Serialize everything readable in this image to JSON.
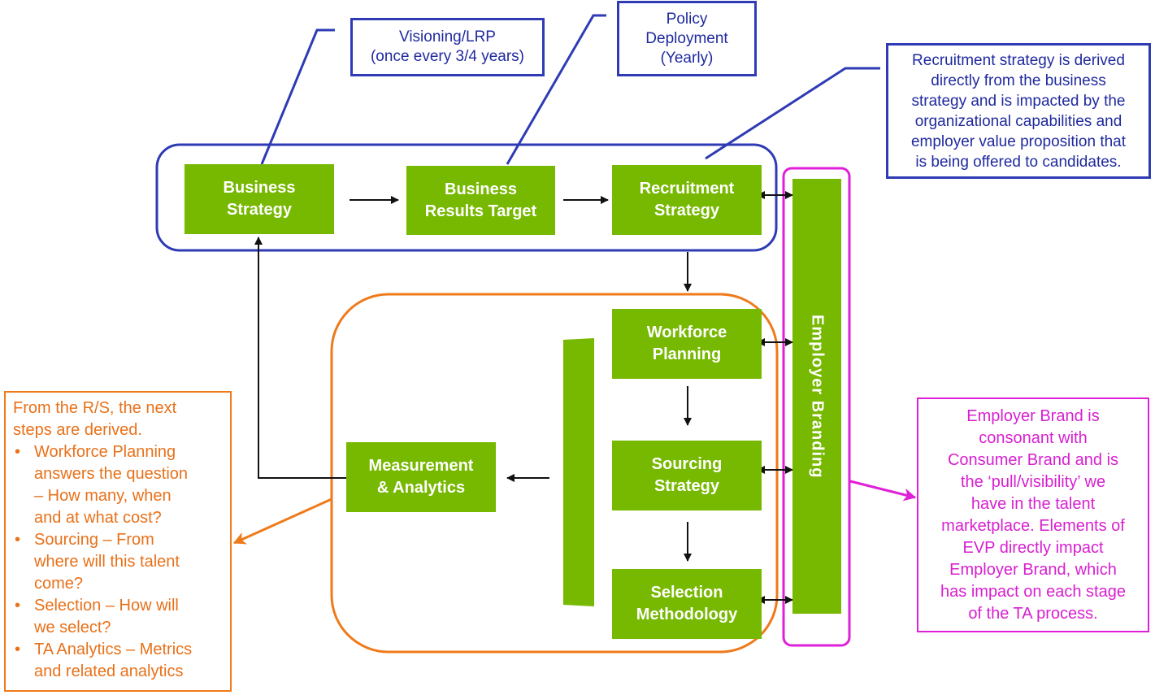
{
  "diagram": {
    "boxes": {
      "business_strategy": "Business\nStrategy",
      "business_results_target": "Business\nResults Target",
      "recruitment_strategy": "Recruitment\nStrategy",
      "workforce_planning": "Workforce\nPlanning",
      "sourcing_strategy": "Sourcing\nStrategy",
      "selection_methodology": "Selection\nMethodology",
      "measurement_analytics": "Measurement\n& Analytics"
    },
    "employer_branding_label": "Employer Branding",
    "notes": {
      "visioning": [
        "Visioning/LRP",
        "(once every 3/4 years)"
      ],
      "policy": [
        "Policy",
        "Deployment",
        "(Yearly)"
      ],
      "recruitment_note": [
        "Recruitment strategy is derived",
        "directly from the business",
        "strategy and is impacted by the",
        "organizational capabilities and",
        "employer value proposition that",
        "is being offered to candidates."
      ],
      "left_intro": [
        "From the R/S, the next",
        "steps are derived."
      ],
      "left_bullet_symbol": "•",
      "left_bullets": [
        [
          "Workforce Planning",
          "answers the question",
          "– How many, when",
          "and at what cost?"
        ],
        [
          "Sourcing – From",
          "where will this talent",
          "come?"
        ],
        [
          "Selection – How will",
          "we select?"
        ],
        [
          "TA Analytics – Metrics",
          "and related analytics"
        ]
      ],
      "employer_brand_note": [
        "Employer Brand is",
        "consonant with",
        "Consumer Brand and is",
        "the ‘pull/visibility’ we",
        "have in the talent",
        "marketplace. Elements of",
        "EVP directly impact",
        "Employer Brand, which",
        "has impact on each stage",
        "of the TA process."
      ]
    },
    "colors": {
      "box_green": "#77b800",
      "blue": "#2f3bb5",
      "orange": "#ef7a1a",
      "magenta": "#e020d8"
    }
  }
}
